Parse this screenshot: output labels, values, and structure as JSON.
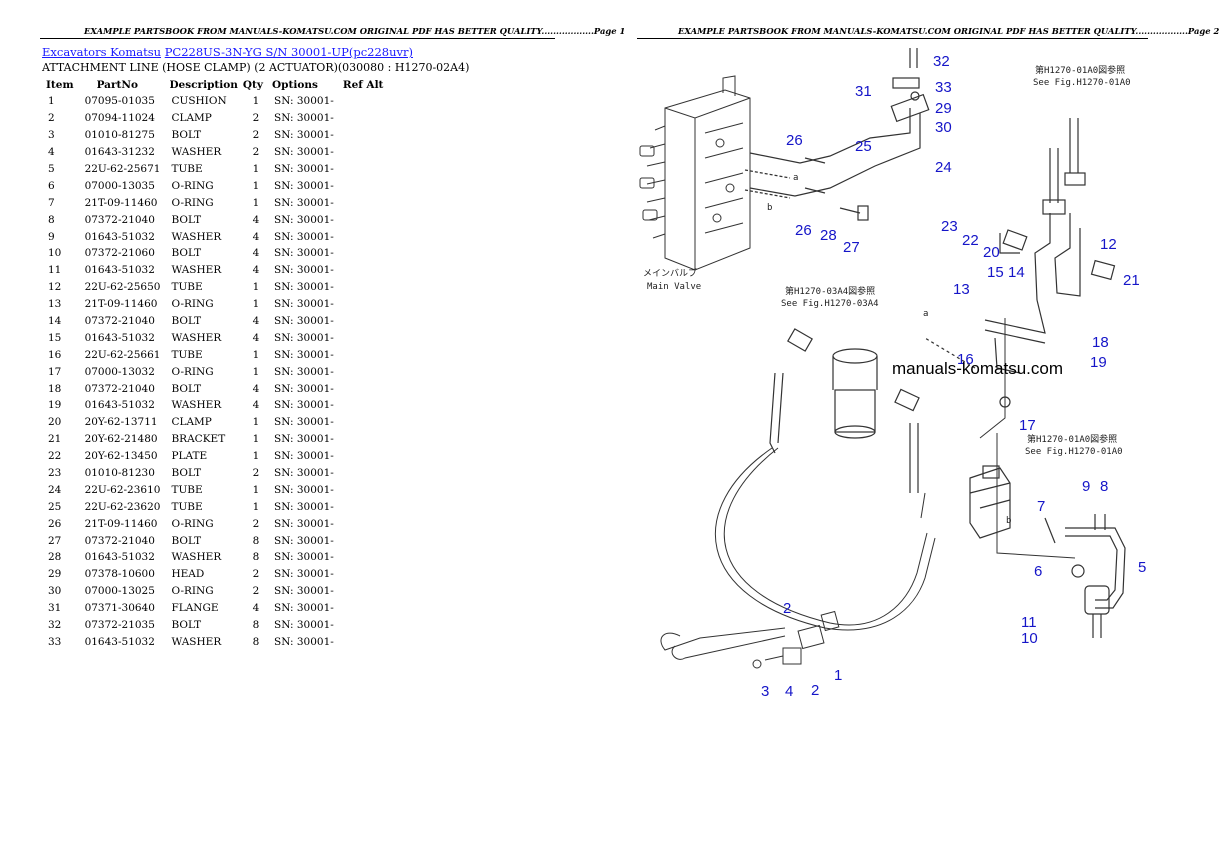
{
  "header": {
    "left": "EXAMPLE PARTSBOOK FROM MANUALS-KOMATSU.COM ORIGINAL PDF HAS BETTER QUALITY..................Page 1",
    "right": "EXAMPLE PARTSBOOK FROM MANUALS-KOMATSU.COM ORIGINAL PDF HAS BETTER QUALITY..................Page 2"
  },
  "breadcrumb": {
    "link1": "Excavators Komatsu",
    "link2": "PC228US-3N-YG S/N 30001-UP(pc228uvr)"
  },
  "subtitle": "ATTACHMENT LINE (HOSE CLAMP) (2 ACTUATOR)(030080 : H1270-02A4)",
  "table": {
    "columns": [
      "Item",
      "PartNo",
      "Description",
      "Qty",
      "Options",
      "Ref Alt"
    ],
    "rows": [
      [
        "1",
        "07095-01035",
        "CUSHION",
        "1",
        "SN: 30001-",
        ""
      ],
      [
        "2",
        "07094-11024",
        "CLAMP",
        "2",
        "SN: 30001-",
        ""
      ],
      [
        "3",
        "01010-81275",
        "BOLT",
        "2",
        "SN: 30001-",
        ""
      ],
      [
        "4",
        "01643-31232",
        "WASHER",
        "2",
        "SN: 30001-",
        ""
      ],
      [
        "5",
        "22U-62-25671",
        "TUBE",
        "1",
        "SN: 30001-",
        ""
      ],
      [
        "6",
        "07000-13035",
        "O-RING",
        "1",
        "SN: 30001-",
        ""
      ],
      [
        "7",
        "21T-09-11460",
        "O-RING",
        "1",
        "SN: 30001-",
        ""
      ],
      [
        "8",
        "07372-21040",
        "BOLT",
        "4",
        "SN: 30001-",
        ""
      ],
      [
        "9",
        "01643-51032",
        "WASHER",
        "4",
        "SN: 30001-",
        ""
      ],
      [
        "10",
        "07372-21060",
        "BOLT",
        "4",
        "SN: 30001-",
        ""
      ],
      [
        "11",
        "01643-51032",
        "WASHER",
        "4",
        "SN: 30001-",
        ""
      ],
      [
        "12",
        "22U-62-25650",
        "TUBE",
        "1",
        "SN: 30001-",
        ""
      ],
      [
        "13",
        "21T-09-11460",
        "O-RING",
        "1",
        "SN: 30001-",
        ""
      ],
      [
        "14",
        "07372-21040",
        "BOLT",
        "4",
        "SN: 30001-",
        ""
      ],
      [
        "15",
        "01643-51032",
        "WASHER",
        "4",
        "SN: 30001-",
        ""
      ],
      [
        "16",
        "22U-62-25661",
        "TUBE",
        "1",
        "SN: 30001-",
        ""
      ],
      [
        "17",
        "07000-13032",
        "O-RING",
        "1",
        "SN: 30001-",
        ""
      ],
      [
        "18",
        "07372-21040",
        "BOLT",
        "4",
        "SN: 30001-",
        ""
      ],
      [
        "19",
        "01643-51032",
        "WASHER",
        "4",
        "SN: 30001-",
        ""
      ],
      [
        "20",
        "20Y-62-13711",
        "CLAMP",
        "1",
        "SN: 30001-",
        ""
      ],
      [
        "21",
        "20Y-62-21480",
        "BRACKET",
        "1",
        "SN: 30001-",
        ""
      ],
      [
        "22",
        "20Y-62-13450",
        "PLATE",
        "1",
        "SN: 30001-",
        ""
      ],
      [
        "23",
        "01010-81230",
        "BOLT",
        "2",
        "SN: 30001-",
        ""
      ],
      [
        "24",
        "22U-62-23610",
        "TUBE",
        "1",
        "SN: 30001-",
        ""
      ],
      [
        "25",
        "22U-62-23620",
        "TUBE",
        "1",
        "SN: 30001-",
        ""
      ],
      [
        "26",
        "21T-09-11460",
        "O-RING",
        "2",
        "SN: 30001-",
        ""
      ],
      [
        "27",
        "07372-21040",
        "BOLT",
        "8",
        "SN: 30001-",
        ""
      ],
      [
        "28",
        "01643-51032",
        "WASHER",
        "8",
        "SN: 30001-",
        ""
      ],
      [
        "29",
        "07378-10600",
        "HEAD",
        "2",
        "SN: 30001-",
        ""
      ],
      [
        "30",
        "07000-13025",
        "O-RING",
        "2",
        "SN: 30001-",
        ""
      ],
      [
        "31",
        "07371-30640",
        "FLANGE",
        "4",
        "SN: 30001-",
        ""
      ],
      [
        "32",
        "07372-21035",
        "BOLT",
        "8",
        "SN: 30001-",
        ""
      ],
      [
        "33",
        "01643-51032",
        "WASHER",
        "8",
        "SN: 30001-",
        ""
      ]
    ]
  },
  "diagram": {
    "watermark": "manuals-komatsu.com",
    "ref_main_valve_jp": "メインバルブ",
    "ref_main_valve": "Main Valve",
    "ref_03a4_jp": "第H1270-03A4図参照",
    "ref_03a4": "See Fig.H1270-03A4",
    "ref_01a0_top_jp": "第H1270-01A0図参照",
    "ref_01a0_top": "See Fig.H1270-01A0",
    "ref_01a0_mid_jp": "第H1270-01A0図参照",
    "ref_01a0_mid": "See Fig.H1270-01A0",
    "letter_a": "a",
    "letter_b": "b",
    "letter_a2": "a",
    "letter_b2": "b",
    "callouts": [
      "32",
      "33",
      "31",
      "29",
      "30",
      "26",
      "25",
      "24",
      "26",
      "28",
      "27",
      "23",
      "22",
      "20",
      "12",
      "21",
      "15",
      "14",
      "13",
      "18",
      "16",
      "19",
      "17",
      "9",
      "8",
      "7",
      "5",
      "6",
      "11",
      "10",
      "2",
      "1",
      "3",
      "4",
      "2"
    ]
  }
}
